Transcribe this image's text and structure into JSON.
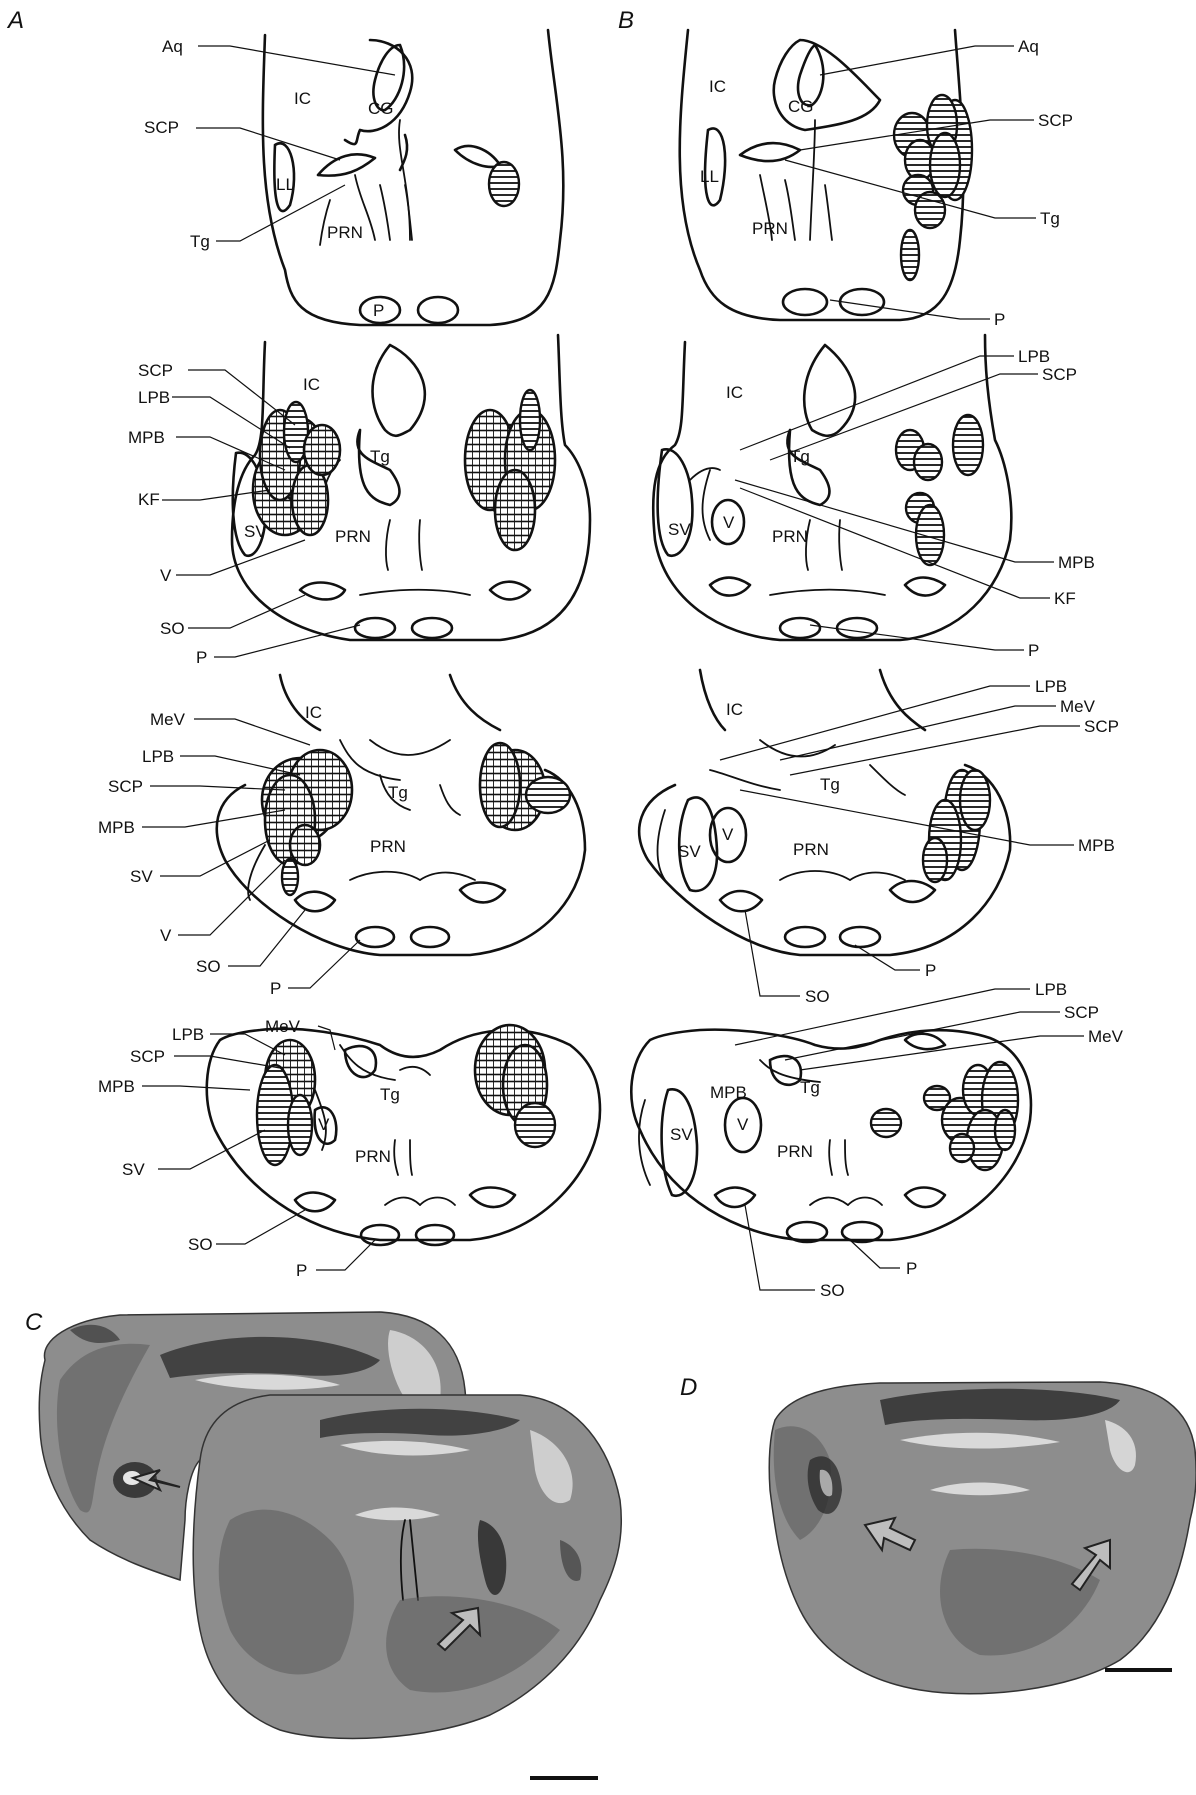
{
  "panels": {
    "A": "A",
    "B": "B",
    "C": "C",
    "D": "D"
  },
  "labels": {
    "aq": "Aq",
    "ic": "IC",
    "cg": "CG",
    "scp": "SCP",
    "ll": "LL",
    "tg": "Tg",
    "prn": "PRN",
    "p": "P",
    "lpb": "LPB",
    "mpb": "MPB",
    "kf": "KF",
    "sv": "SV",
    "v": "V",
    "so": "SO",
    "mev": "MeV"
  },
  "colors": {
    "ink": "#111111",
    "photo": "#8d8d8d"
  }
}
